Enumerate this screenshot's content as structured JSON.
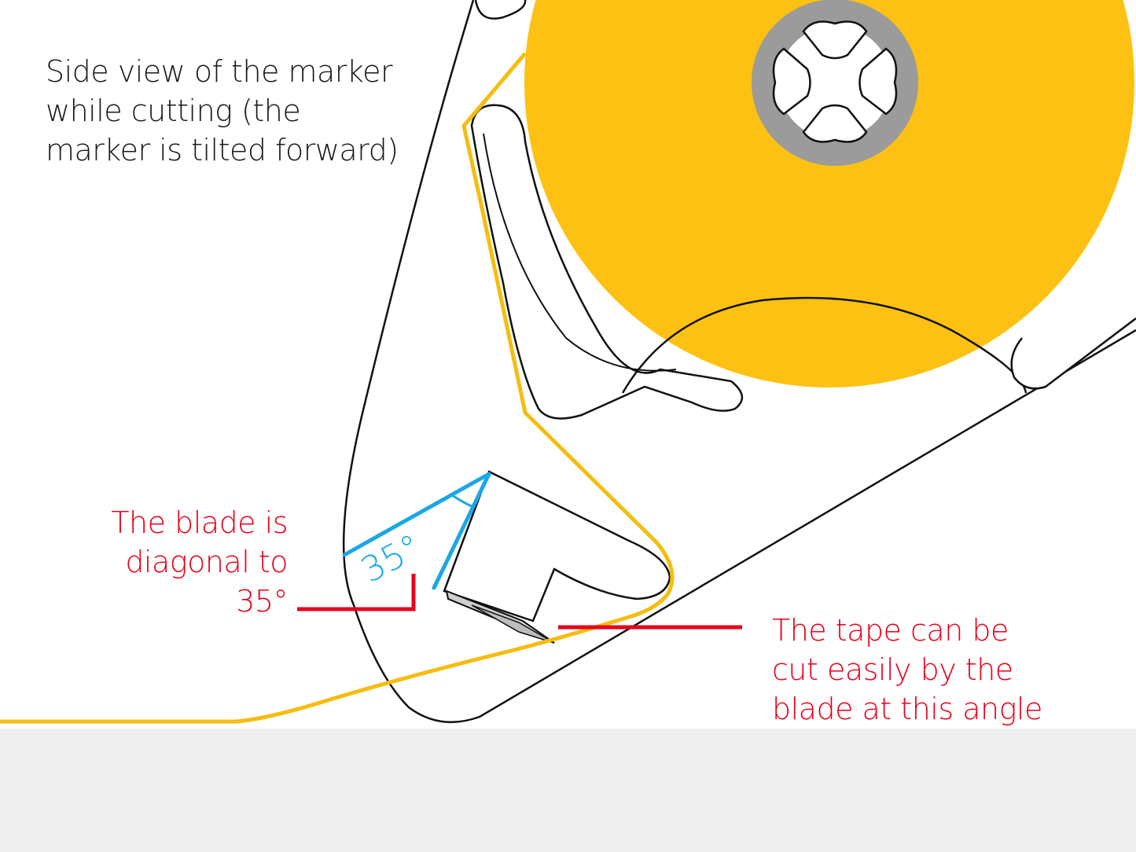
{
  "caption": "Side view of the marker\nwhile cutting (the\nmarker is tilted forward)",
  "blade_note": "The blade is\ndiagonal to\n35°",
  "angle_label": "35°",
  "tape_note": "The tape can be\ncut easily by the\nblade at this angle",
  "colors": {
    "tape": "#f5bd10",
    "reel": "#fcc113",
    "hub": "#9b9b9b",
    "outline": "#111111",
    "angle_marker": "#1aa7e6",
    "annotation": "#e8001a",
    "ground": "#efefef"
  }
}
